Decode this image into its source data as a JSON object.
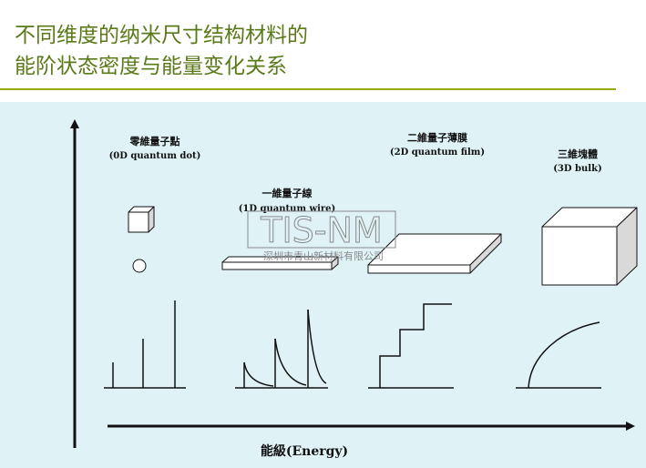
{
  "title": {
    "line1": "不同维度的纳米尺寸结构材料的",
    "line2": "能阶状态密度与能量变化关系"
  },
  "diagram": {
    "axis_label": "能級(Energy)",
    "structures": [
      {
        "name_cn": "零維量子點",
        "name_en": "(0D quantum dot)"
      },
      {
        "name_cn": "一維量子線",
        "name_en": "(1D quantum wire)"
      },
      {
        "name_cn": "二維量子薄膜",
        "name_en": "(2D quantum film)"
      },
      {
        "name_cn": "三維塊體",
        "name_en": "(3D bulk)"
      }
    ],
    "watermark": {
      "logo": "TIS-NM",
      "company": "深圳市青山新材料有限公司"
    }
  },
  "colors": {
    "title": "#5a7a1a",
    "rule": "#9aa61a",
    "background": "#dff3f6"
  }
}
